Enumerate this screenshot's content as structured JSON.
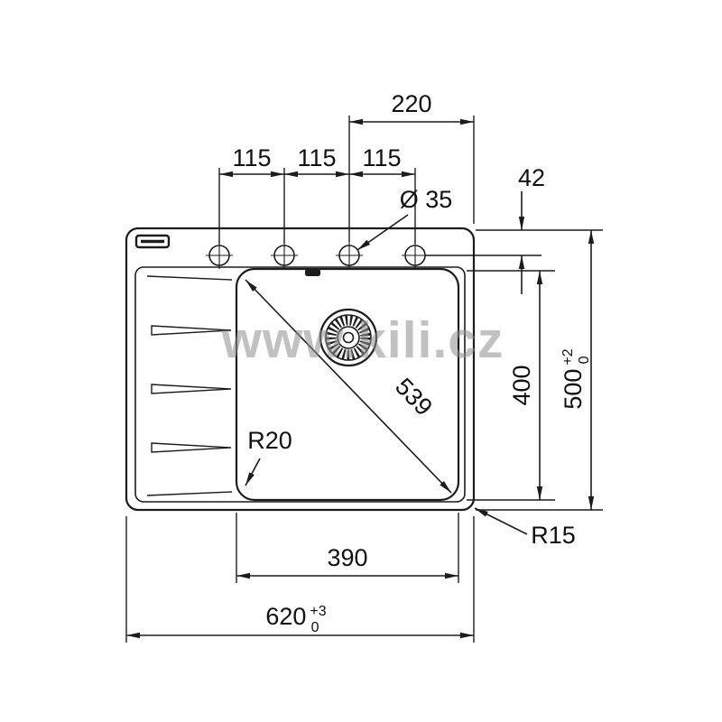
{
  "watermark": {
    "text": "www.kili.cz"
  },
  "style": {
    "line_color": "#1c1c1c",
    "text_color": "#111111",
    "watermark_color": "#8f8f8f",
    "background": "#ffffff"
  },
  "dimensions": {
    "hole_to_edge": "220",
    "hole_spacing_a": "115",
    "hole_spacing_b": "115",
    "hole_spacing_c": "115",
    "hole_diameter": "Ø 35",
    "edge_to_hole": "42",
    "bowl_diagonal": "539",
    "bowl_depth": "400",
    "overall_depth": {
      "value": "500",
      "tol_plus": "+2",
      "tol_minus": "0"
    },
    "bowl_inner_radius": "R20",
    "bowl_width": "390",
    "overall_width": {
      "value": "620",
      "tol_plus": "+3",
      "tol_minus": "0"
    },
    "outer_corner_radius": "R15"
  }
}
